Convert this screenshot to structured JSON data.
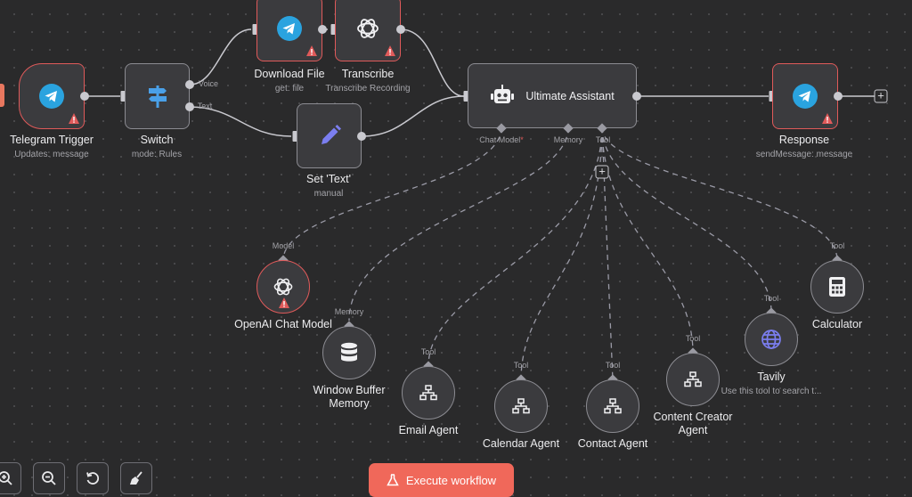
{
  "nodes": {
    "telegram_trigger": {
      "title": "Telegram Trigger",
      "subtitle": "Updates: message",
      "icon": "telegram-icon"
    },
    "switch": {
      "title": "Switch",
      "subtitle": "mode: Rules",
      "icon": "signpost-icon",
      "outputs": [
        "Voice",
        "Text"
      ]
    },
    "download_file": {
      "title": "Download File",
      "subtitle": "get: file",
      "icon": "telegram-icon"
    },
    "transcribe": {
      "title": "Transcribe",
      "subtitle": "Transcribe Recording",
      "icon": "openai-icon"
    },
    "set_text": {
      "title": "Set 'Text'",
      "subtitle": "manual",
      "icon": "pencil-icon"
    },
    "ultimate_assistant": {
      "title": "Ultimate Assistant",
      "icon": "robot-icon",
      "ports": {
        "chat_model": "Chat Model",
        "chat_model_required": "*",
        "memory": "Memory",
        "tool": "Tool"
      }
    },
    "response": {
      "title": "Response",
      "subtitle": "sendMessage: message",
      "icon": "telegram-icon"
    },
    "openai_chat_model": {
      "title": "OpenAI Chat Model",
      "port_label": "Model",
      "icon": "openai-icon"
    },
    "window_buffer_memory": {
      "title_line1": "Window Buffer",
      "title_line2": "Memory",
      "port_label": "Memory",
      "icon": "database-icon"
    },
    "email_agent": {
      "title": "Email Agent",
      "port_label": "Tool",
      "icon": "sitemap-icon"
    },
    "calendar_agent": {
      "title": "Calendar Agent",
      "port_label": "Tool",
      "icon": "sitemap-icon"
    },
    "contact_agent": {
      "title": "Contact Agent",
      "port_label": "Tool",
      "icon": "sitemap-icon"
    },
    "content_creator_agent": {
      "title_line1": "Content Creator",
      "title_line2": "Agent",
      "port_label": "Tool",
      "icon": "sitemap-icon"
    },
    "tavily": {
      "title": "Tavily",
      "subtitle": "Use this tool to search t...",
      "port_label": "Tool",
      "icon": "globe-icon"
    },
    "calculator": {
      "title": "Calculator",
      "port_label": "Tool",
      "icon": "calculator-icon"
    }
  },
  "toolbar": {
    "execute_label": "Execute workflow",
    "buttons": [
      "zoom-in-icon",
      "zoom-out-icon",
      "undo-icon",
      "broom-icon"
    ]
  },
  "colors": {
    "background": "#2a2a2b",
    "node_fill": "#3b3b3e",
    "node_border": "#8c8c92",
    "error_border": "#e05a5a",
    "accent": "#f0685a",
    "telegram_blue": "#2aa3df",
    "edit_purple": "#7b7ef0",
    "switch_blue": "#4aa0e8"
  }
}
